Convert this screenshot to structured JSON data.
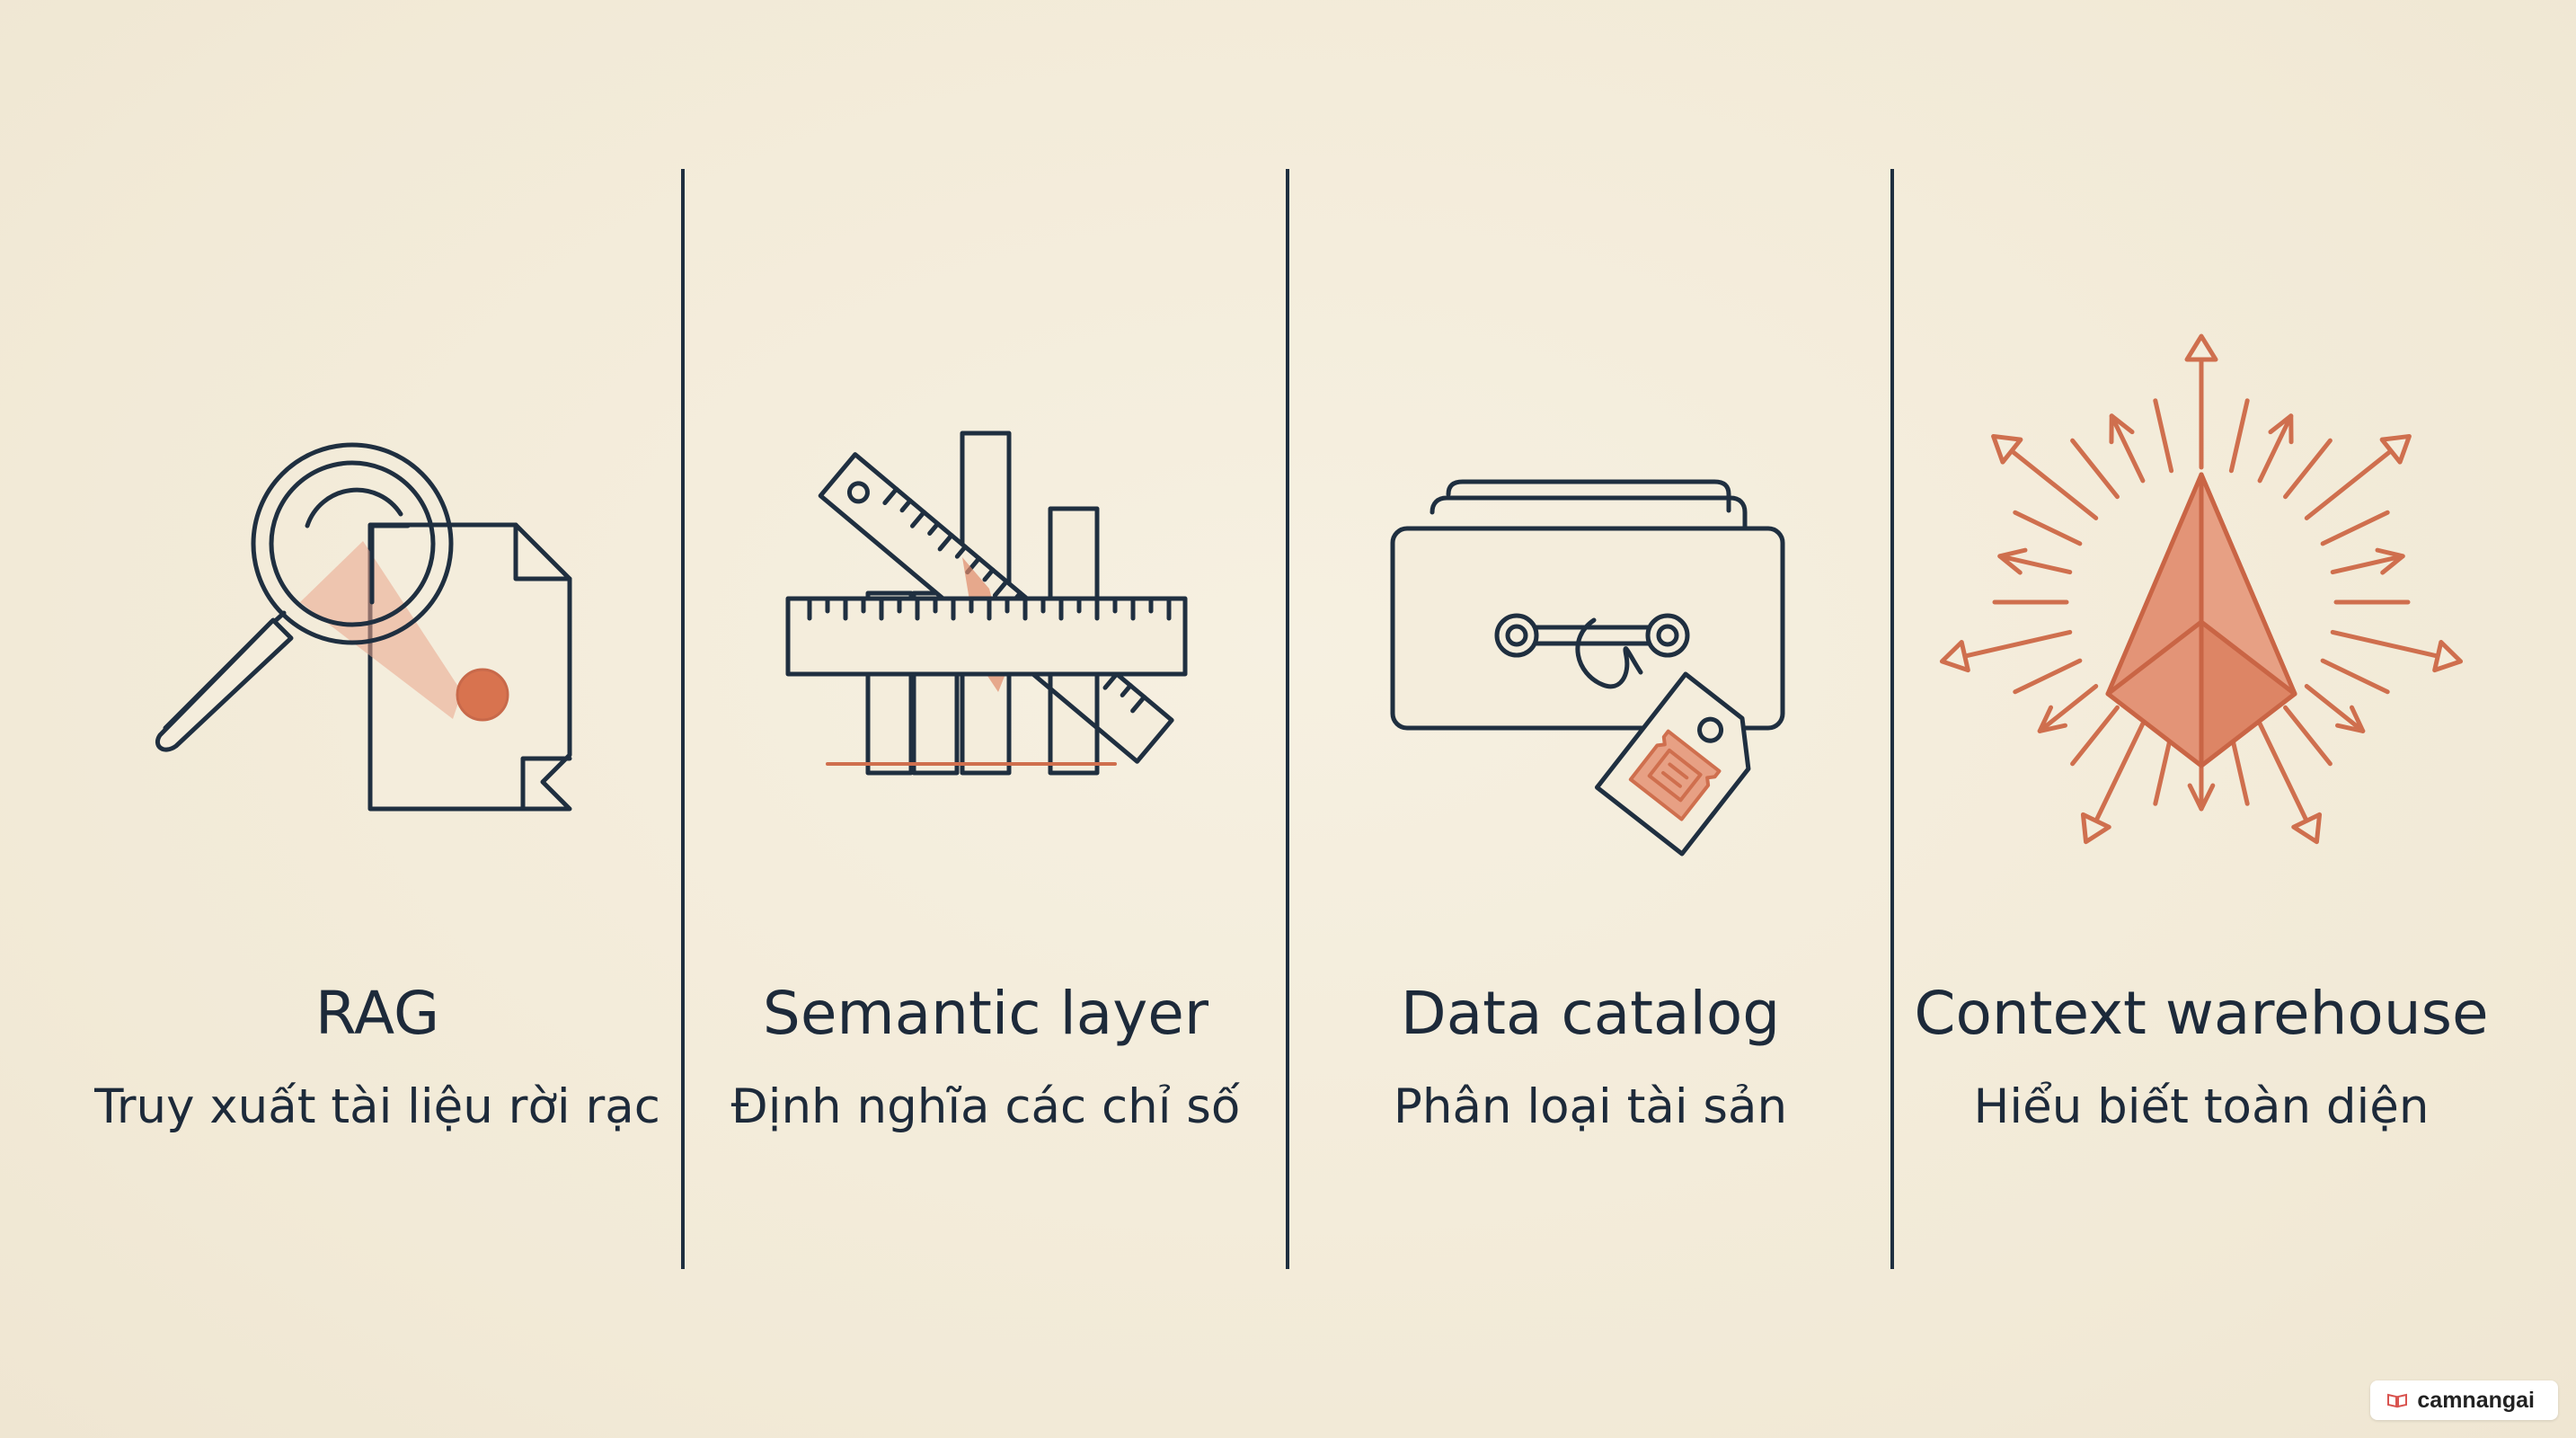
{
  "columns": [
    {
      "title": "RAG",
      "subtitle": "Truy xuất tài liệu rời rạc",
      "icon": "magnifier-document-icon"
    },
    {
      "title": "Semantic layer",
      "subtitle": "Định nghĩa các chỉ số",
      "icon": "ruler-bar-chart-icon"
    },
    {
      "title": "Data catalog",
      "subtitle": "Phân loại tài sản",
      "icon": "drawer-tag-icon"
    },
    {
      "title": "Context warehouse",
      "subtitle": "Hiểu biết toàn diện",
      "icon": "radiating-pyramid-icon"
    }
  ],
  "watermark": {
    "text": "camnangai",
    "icon": "book-icon"
  },
  "colors": {
    "background": "#f4eddc",
    "ink": "#1f2f40",
    "accent": "#cf6f4e",
    "accent_fill": "#e08a6a"
  }
}
